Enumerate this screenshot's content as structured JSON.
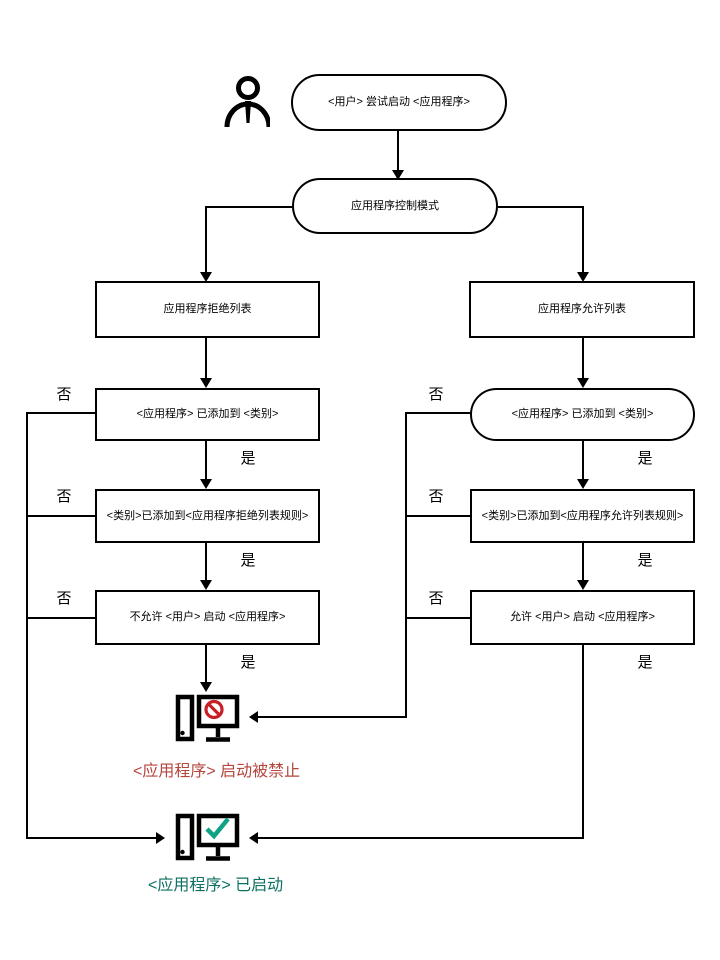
{
  "nodes": {
    "start": "<用户> 尝试启动 <应用程序>",
    "control_mode": "应用程序控制模式",
    "denylist": {
      "list": "应用程序拒绝列表",
      "added_to_category": "<应用程序> 已添加到 <类别>",
      "category_in_rules": "<类别>已添加到<应用程序拒绝列表规则>",
      "user_not_allowed": "不允许 <用户> 启动 <应用程序>",
      "result": "<应用程序> 启动被禁止"
    },
    "allowlist": {
      "list": "应用程序允许列表",
      "added_to_category": "<应用程序> 已添加到 <类别>",
      "category_in_rules": "<类别>已添加到<应用程序允许列表规则>",
      "user_allowed": "允许 <用户> 启动 <应用程序>",
      "result": "<应用程序> 已启动"
    }
  },
  "labels": {
    "no": "否",
    "yes": "是"
  },
  "icons": {
    "person": "person-icon",
    "blocked_computer": "computer-blocked-icon",
    "prohibition": "prohibition-icon",
    "started_computer": "computer-started-icon",
    "checkmark": "checkmark-icon"
  },
  "colors": {
    "line": "#000000",
    "blocked_text": "#b5463d",
    "started_text": "#0e6f63",
    "prohibition": "#c81e25",
    "checkmark": "#0fa287"
  }
}
